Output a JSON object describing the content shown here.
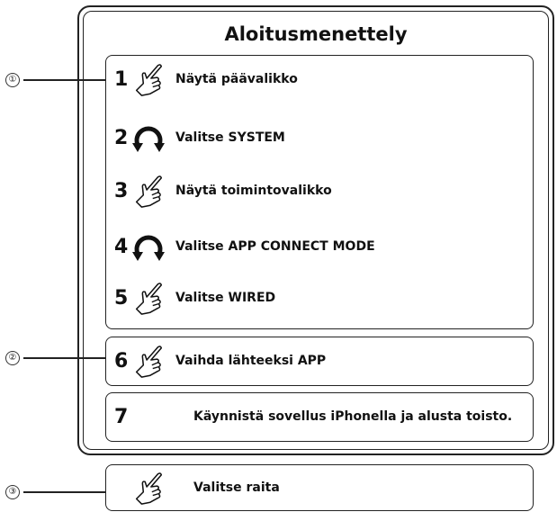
{
  "title": "Aloitusmenettely",
  "callouts": [
    "①",
    "②",
    "③"
  ],
  "steps": [
    {
      "num": "1",
      "icon": "touch-hand-icon",
      "label": "Näytä päävalikko"
    },
    {
      "num": "2",
      "icon": "rotate-knob-icon",
      "label": "Valitse SYSTEM"
    },
    {
      "num": "3",
      "icon": "touch-hand-icon",
      "label": "Näytä toimintovalikko"
    },
    {
      "num": "4",
      "icon": "rotate-knob-icon",
      "label": "Valitse APP CONNECT MODE"
    },
    {
      "num": "5",
      "icon": "touch-hand-icon",
      "label": "Valitse WIRED"
    },
    {
      "num": "6",
      "icon": "touch-hand-icon",
      "label": "Vaihda lähteeksi APP"
    },
    {
      "num": "7",
      "icon": "",
      "label": "Käynnistä sovellus iPhonella ja alusta toisto."
    },
    {
      "num": "",
      "icon": "touch-hand-icon",
      "label": "Valitse raita"
    }
  ]
}
